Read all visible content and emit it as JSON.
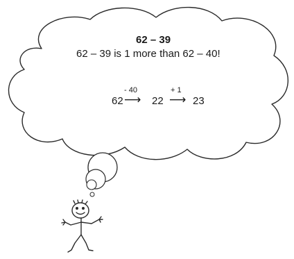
{
  "thought": {
    "title": "62 – 39",
    "statement": "62 – 39 is 1 more than 62 – 40!",
    "sequence": {
      "start": "62",
      "op1": "- 40",
      "mid": "22",
      "op2": "+ 1",
      "end": "23"
    }
  },
  "figure": {
    "icon": "stick-figure-thinking-icon"
  }
}
